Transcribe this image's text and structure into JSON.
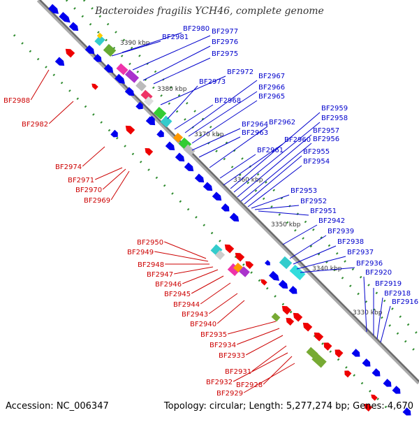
{
  "title": "Bacteroides fragilis YCH46, complete genome",
  "footer": {
    "accession": "Accession: NC_006347",
    "summary": "Topology: circular; Length: 5,277,274 bp; Genes: 4,670"
  },
  "colors": {
    "forward_strand": "#0000ee",
    "reverse_strand": "#ee0000",
    "label_forward": "#0000cc",
    "label_reverse": "#cc0000",
    "backbone": "#888888",
    "ticks": "#2e8b2e"
  },
  "scale_labels": [
    "3390 kbp",
    "3380 kbp",
    "3370 kbp",
    "3360 kbp",
    "3350 kbp",
    "3340 kbp",
    "3330 kbp"
  ],
  "labels_forward": [
    "BF2980",
    "BF2981",
    "BF2977",
    "BF2976",
    "BF2975",
    "BF2972",
    "BF2967",
    "BF2973",
    "BF2966",
    "BF2965",
    "BF2968",
    "BF2962",
    "BF2964",
    "BF2963",
    "BF2959",
    "BF2958",
    "BF2957",
    "BF2960",
    "BF2956",
    "BF2961",
    "BF2955",
    "BF2954",
    "BF2953",
    "BF2952",
    "BF2951",
    "BF2942",
    "BF2939",
    "BF2938",
    "BF2937",
    "BF2936",
    "BF2920",
    "BF2919",
    "BF2918",
    "BF2916"
  ],
  "labels_reverse": [
    "BF2988",
    "BF2982",
    "BF2974",
    "BF2971",
    "BF2970",
    "BF2969",
    "BF2950",
    "BF2949",
    "BF2948",
    "BF2947",
    "BF2946",
    "BF2945",
    "BF2944",
    "BF2943",
    "BF2940",
    "BF2935",
    "BF2934",
    "BF2933",
    "BF2931",
    "BF2932",
    "BF2928",
    "BF2929"
  ]
}
